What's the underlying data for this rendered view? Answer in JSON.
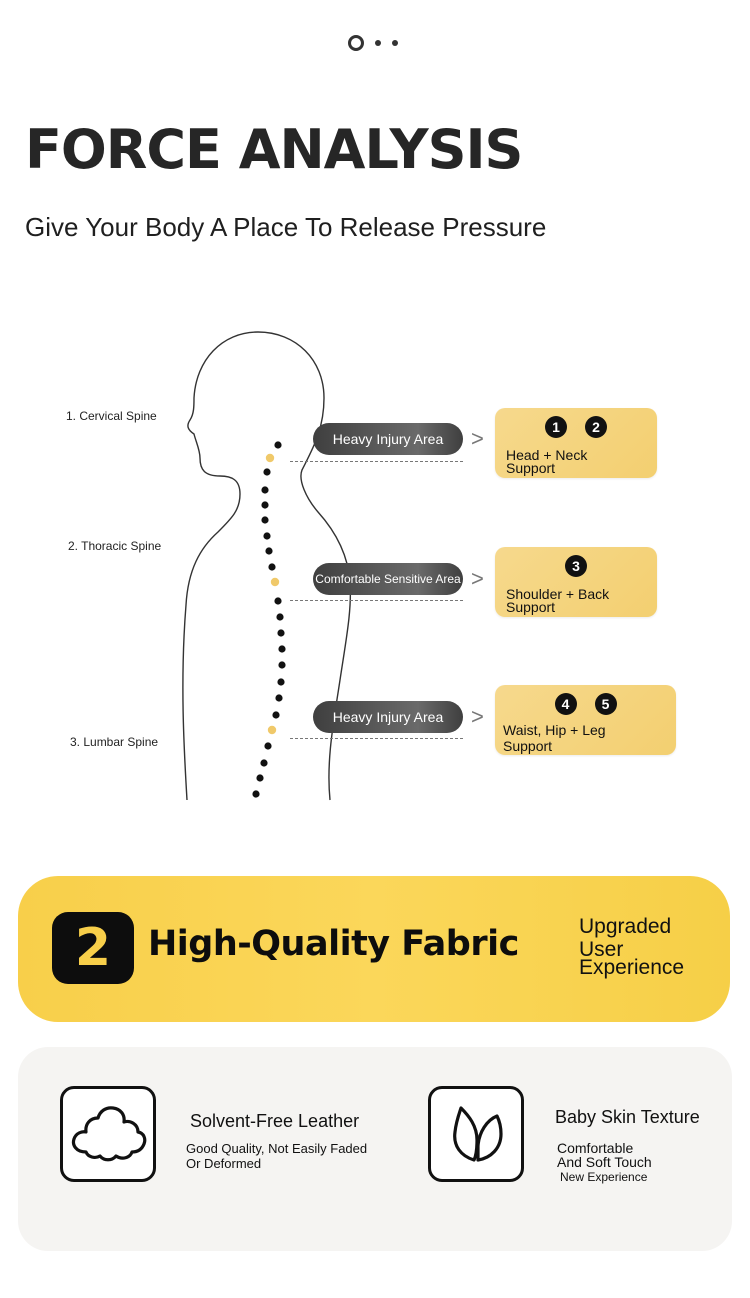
{
  "header": {
    "title": "FORCE ANALYSIS",
    "subtitle": "Give Your Body A Place To Release Pressure"
  },
  "spine_labels": [
    "1. Cervical Spine",
    "2. Thoracic Spine",
    "3. Lumbar Spine"
  ],
  "tags": [
    "Heavy Injury Area",
    "Comfortable Sensitive Area",
    "Heavy Injury Area"
  ],
  "cards": [
    {
      "numbers": [
        "1",
        "2"
      ],
      "line1": "Head + Neck",
      "line2": "Support"
    },
    {
      "numbers": [
        "3"
      ],
      "line1": "Shoulder + Back",
      "line2": "Support"
    },
    {
      "numbers": [
        "4",
        "5"
      ],
      "line1": "Waist, Hip + Leg",
      "line2": "Support"
    }
  ],
  "banner": {
    "number": "2",
    "title": "High-Quality Fabric",
    "side_lines": [
      "Upgraded",
      "User",
      "Experience"
    ]
  },
  "features": [
    {
      "icon": "cloud-icon",
      "title": "Solvent-Free Leather",
      "desc1": "Good Quality, Not Easily Faded",
      "desc2": "Or Deformed"
    },
    {
      "icon": "leaf-icon",
      "title": "Baby Skin Texture",
      "desc1": "Comfortable",
      "desc2": "And Soft Touch",
      "desc3": "New Experience"
    }
  ],
  "colors": {
    "accent_yellow": "#f8cf4a",
    "card_yellow": "#f5d47f",
    "dark": "#111111"
  }
}
